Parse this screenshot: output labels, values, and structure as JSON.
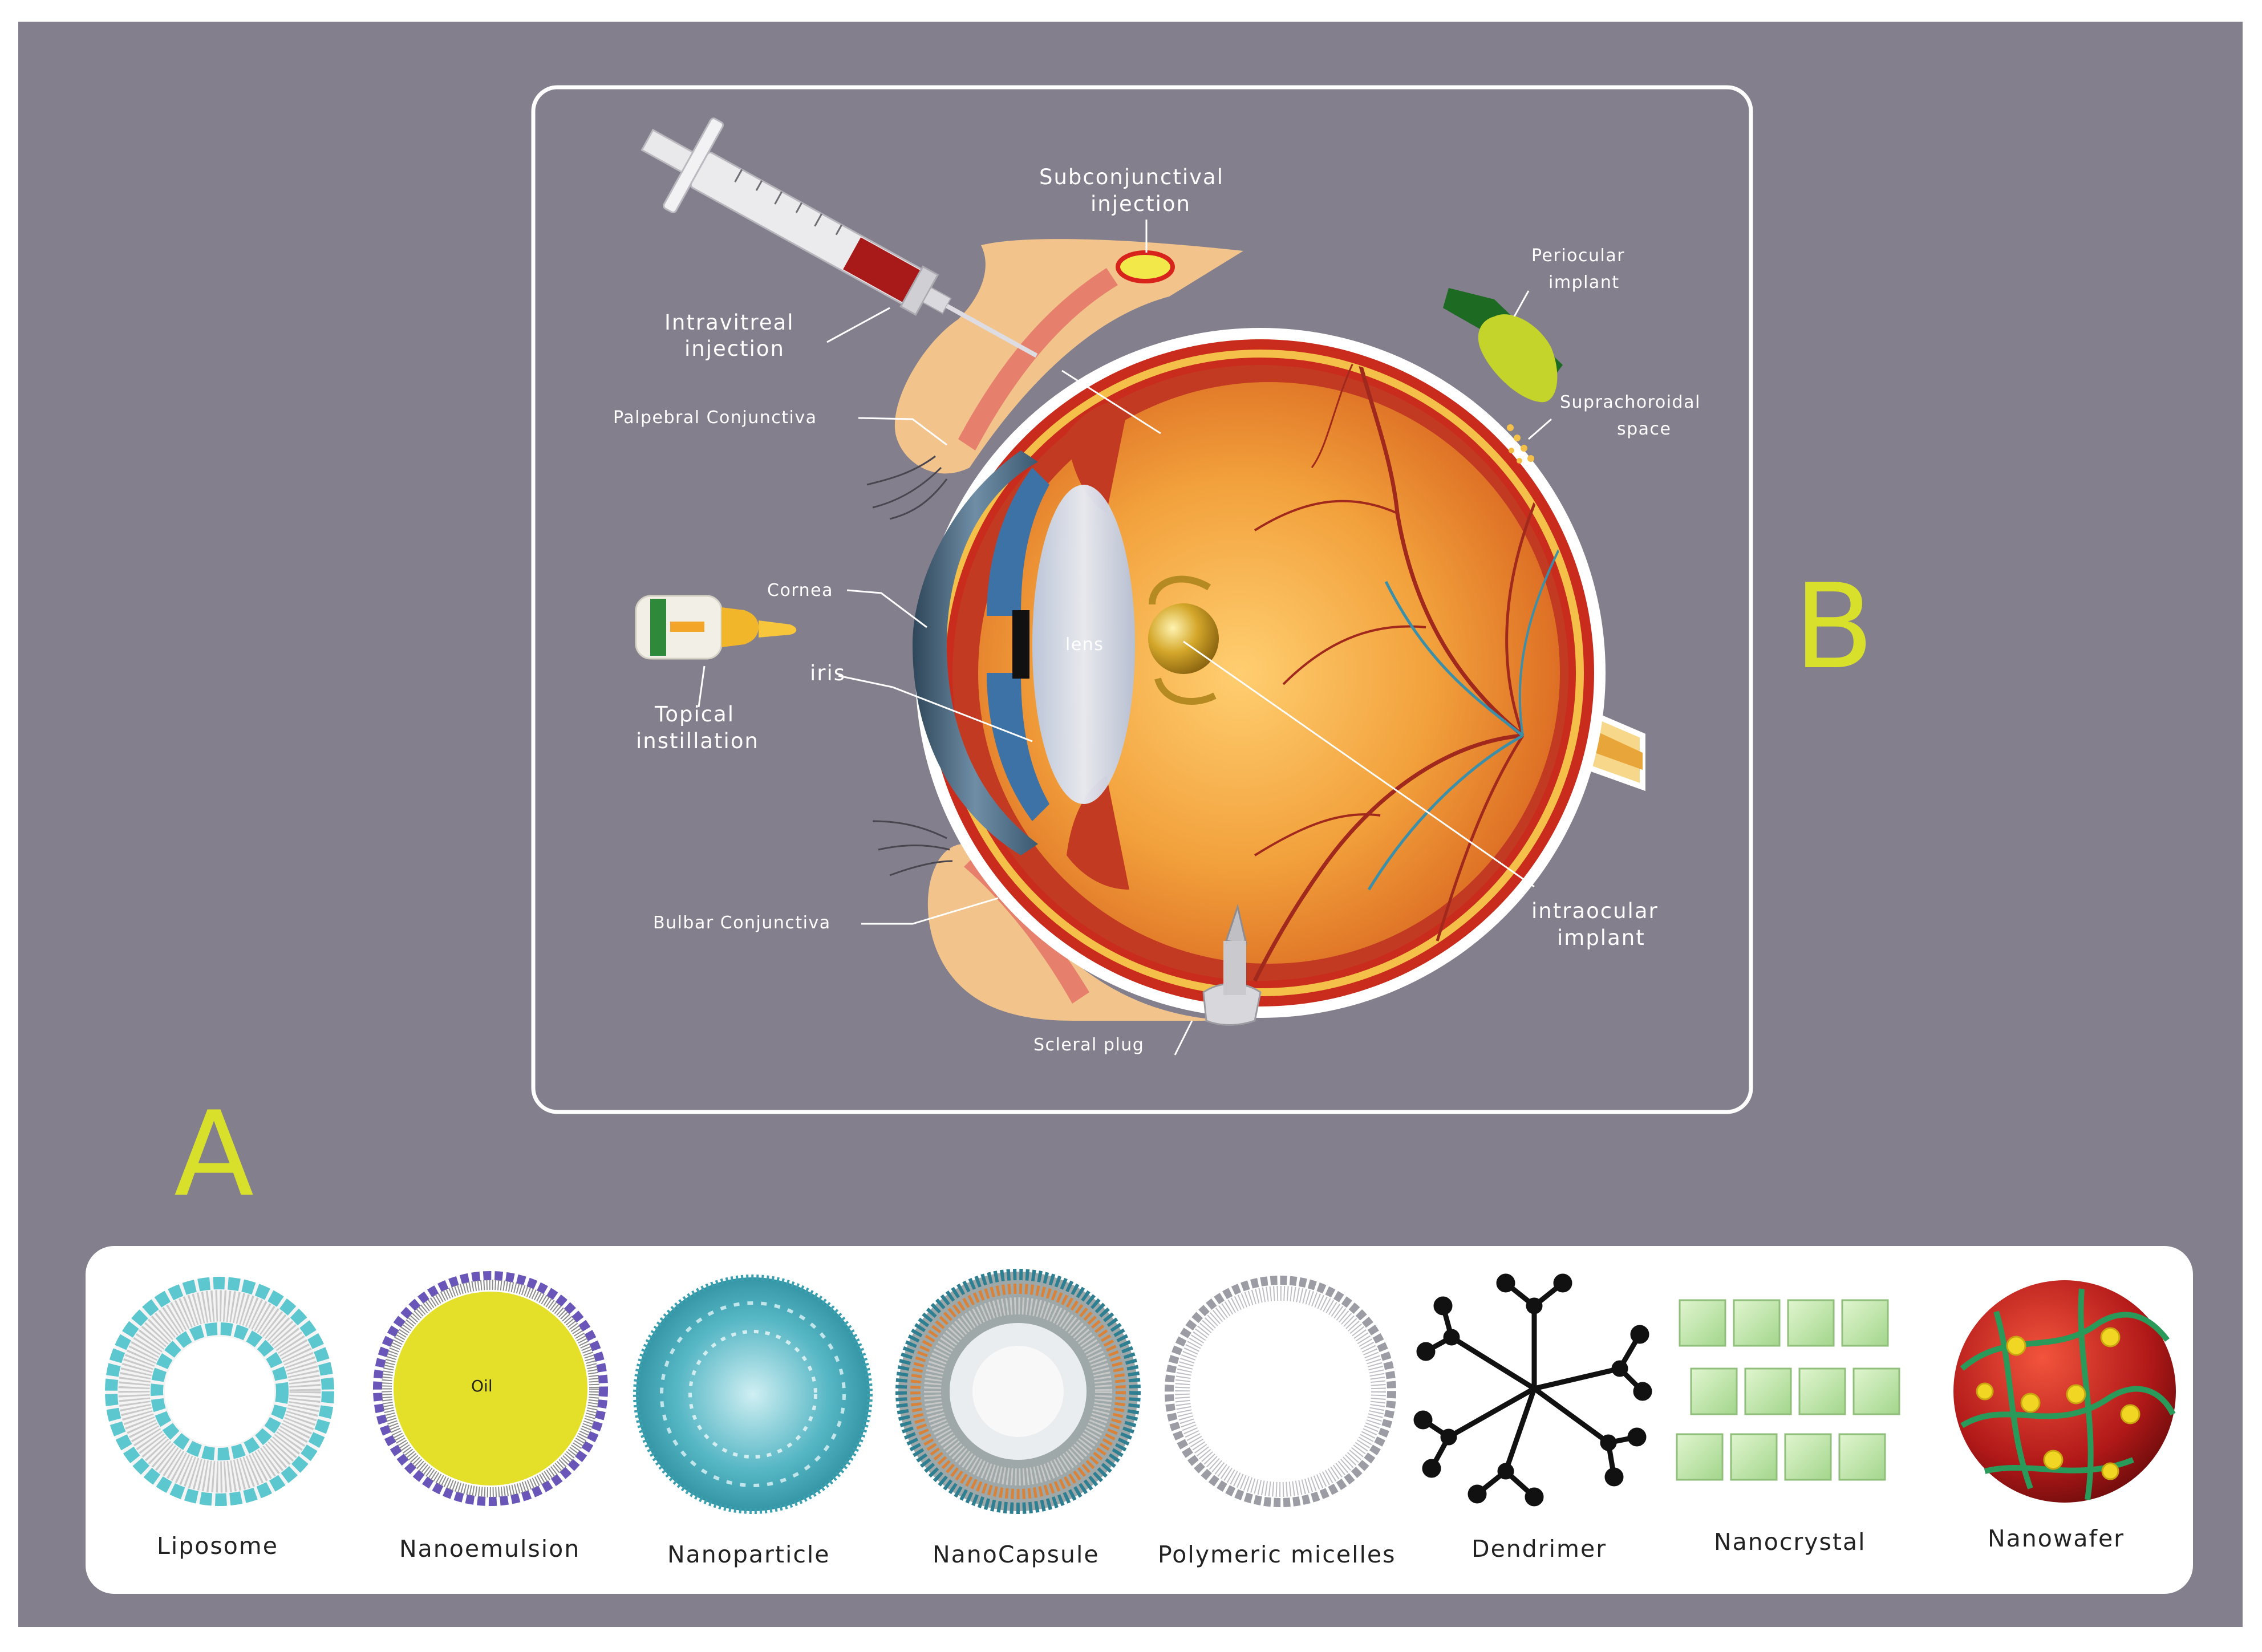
{
  "colors": {
    "background": "#837f8c",
    "panel_border": "#ffffff",
    "letter": "#d8e02c",
    "sclera": "#ffffff",
    "choroid": "#c92c1c",
    "retina": "#f09a38",
    "cornea": "#4c6f8a",
    "vessels": "#a0281c",
    "eyelid": "#f2c48c"
  },
  "panel_labels": {
    "a": "A",
    "b": "B"
  },
  "eye": {
    "subconjunctival": [
      "Subconjunctival",
      "injection"
    ],
    "intravitreal": [
      "Intravitreal",
      "injection"
    ],
    "palpebral": "Palpebral Conjunctiva",
    "periocular": [
      "Periocular",
      "implant"
    ],
    "suprachoroidal": [
      "Suprachoroidal",
      "space"
    ],
    "cornea": "Cornea",
    "iris": "iris",
    "lens": "lens",
    "topical": [
      "Topical",
      "instillation"
    ],
    "bulbar": "Bulbar Conjunctiva",
    "intraocular": [
      "intraocular",
      "implant"
    ],
    "scleral_plug": "Scleral plug"
  },
  "nano": {
    "liposome": "Liposome",
    "nanoemulsion": "Nanoemulsion",
    "oil": "Oil",
    "nanoparticle": "Nanoparticle",
    "nanocapsule": "NanoCapsule",
    "micelles": "Polymeric micelles",
    "dendrimer": "Dendrimer",
    "nanocrystal": "Nanocrystal",
    "nanowafer": "Nanowafer"
  }
}
